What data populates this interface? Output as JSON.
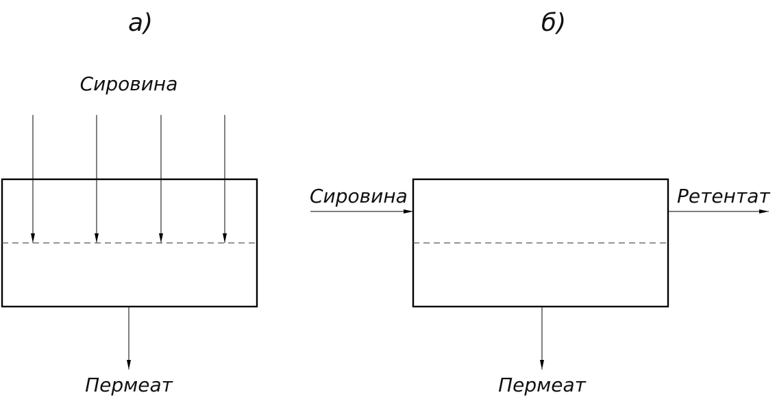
{
  "panels": [
    {
      "label": "а)",
      "feed_label": "Сировина",
      "permeate_label": "Пермеат"
    },
    {
      "label": "б)",
      "feed_label": "Сировина",
      "retentate_label": "Ретентат",
      "permeate_label": "Пермеат"
    }
  ]
}
